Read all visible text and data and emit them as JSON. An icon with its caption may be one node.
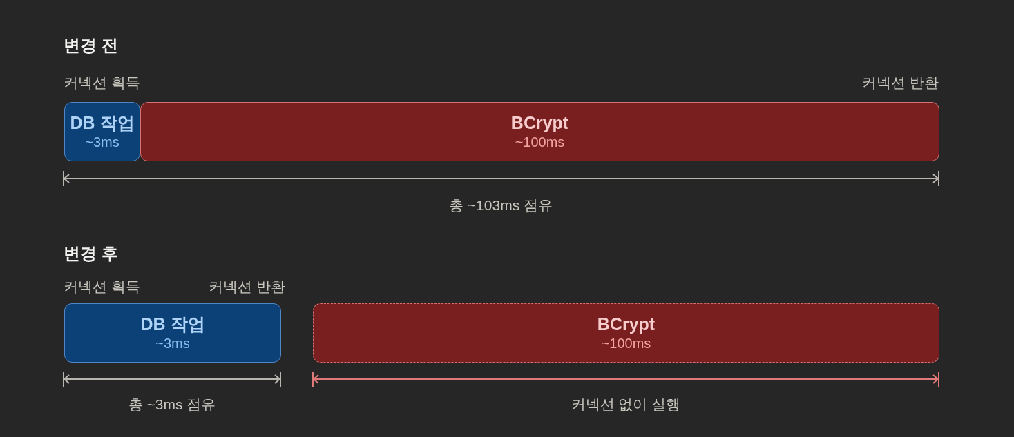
{
  "diagram": {
    "nodes": [
      {
        "text": [
          "DB 작업",
          "~3ms"
        ]
      },
      {
        "text": [
          "BCrypt",
          "~100ms"
        ]
      },
      {
        "text": [
          "DB 작업",
          "~3ms"
        ]
      },
      {
        "text": [
          "BCrypt",
          "~100ms"
        ]
      }
    ],
    "labels": [
      "변경 전",
      "커넥션 획득",
      "커넥션 반환",
      "총 ~103ms 점유",
      "변경 후",
      "커넥션 획득",
      "커넥션 반환",
      "총 ~3ms 점유",
      "커넥션 없이 실행"
    ]
  }
}
